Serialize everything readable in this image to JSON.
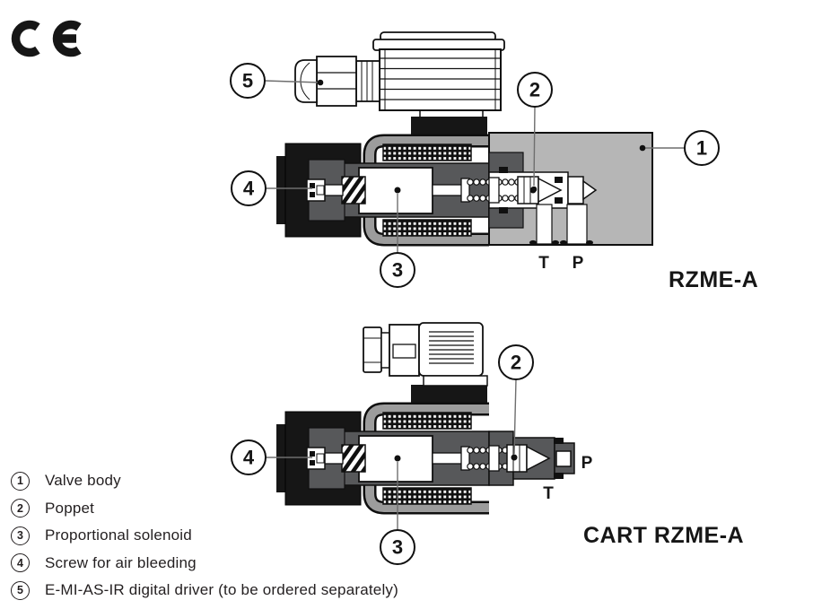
{
  "ce_mark": "CE",
  "top_diagram": {
    "title": "RZME-A",
    "port_t": "T",
    "port_p": "P",
    "callouts": {
      "c1": "1",
      "c2": "2",
      "c3": "3",
      "c4": "4",
      "c5": "5"
    }
  },
  "bottom_diagram": {
    "title": "CART RZME-A",
    "port_t": "T",
    "port_p": "P",
    "callouts": {
      "c2": "2",
      "c3": "3",
      "c4": "4"
    }
  },
  "legend": {
    "items": [
      {
        "number": "1",
        "text": "Valve body"
      },
      {
        "number": "2",
        "text": "Poppet"
      },
      {
        "number": "3",
        "text": "Proportional solenoid"
      },
      {
        "number": "4",
        "text": "Screw for air bleeding"
      },
      {
        "number": "5",
        "text": "E-MI-AS-IR digital driver (to be ordered separately)"
      }
    ]
  },
  "colors": {
    "ink": "#161616",
    "core_gray": "#57585a",
    "frame_gray": "#9c9c9c",
    "valve_body_gray": "#b6b6b6",
    "background": "#ffffff"
  }
}
